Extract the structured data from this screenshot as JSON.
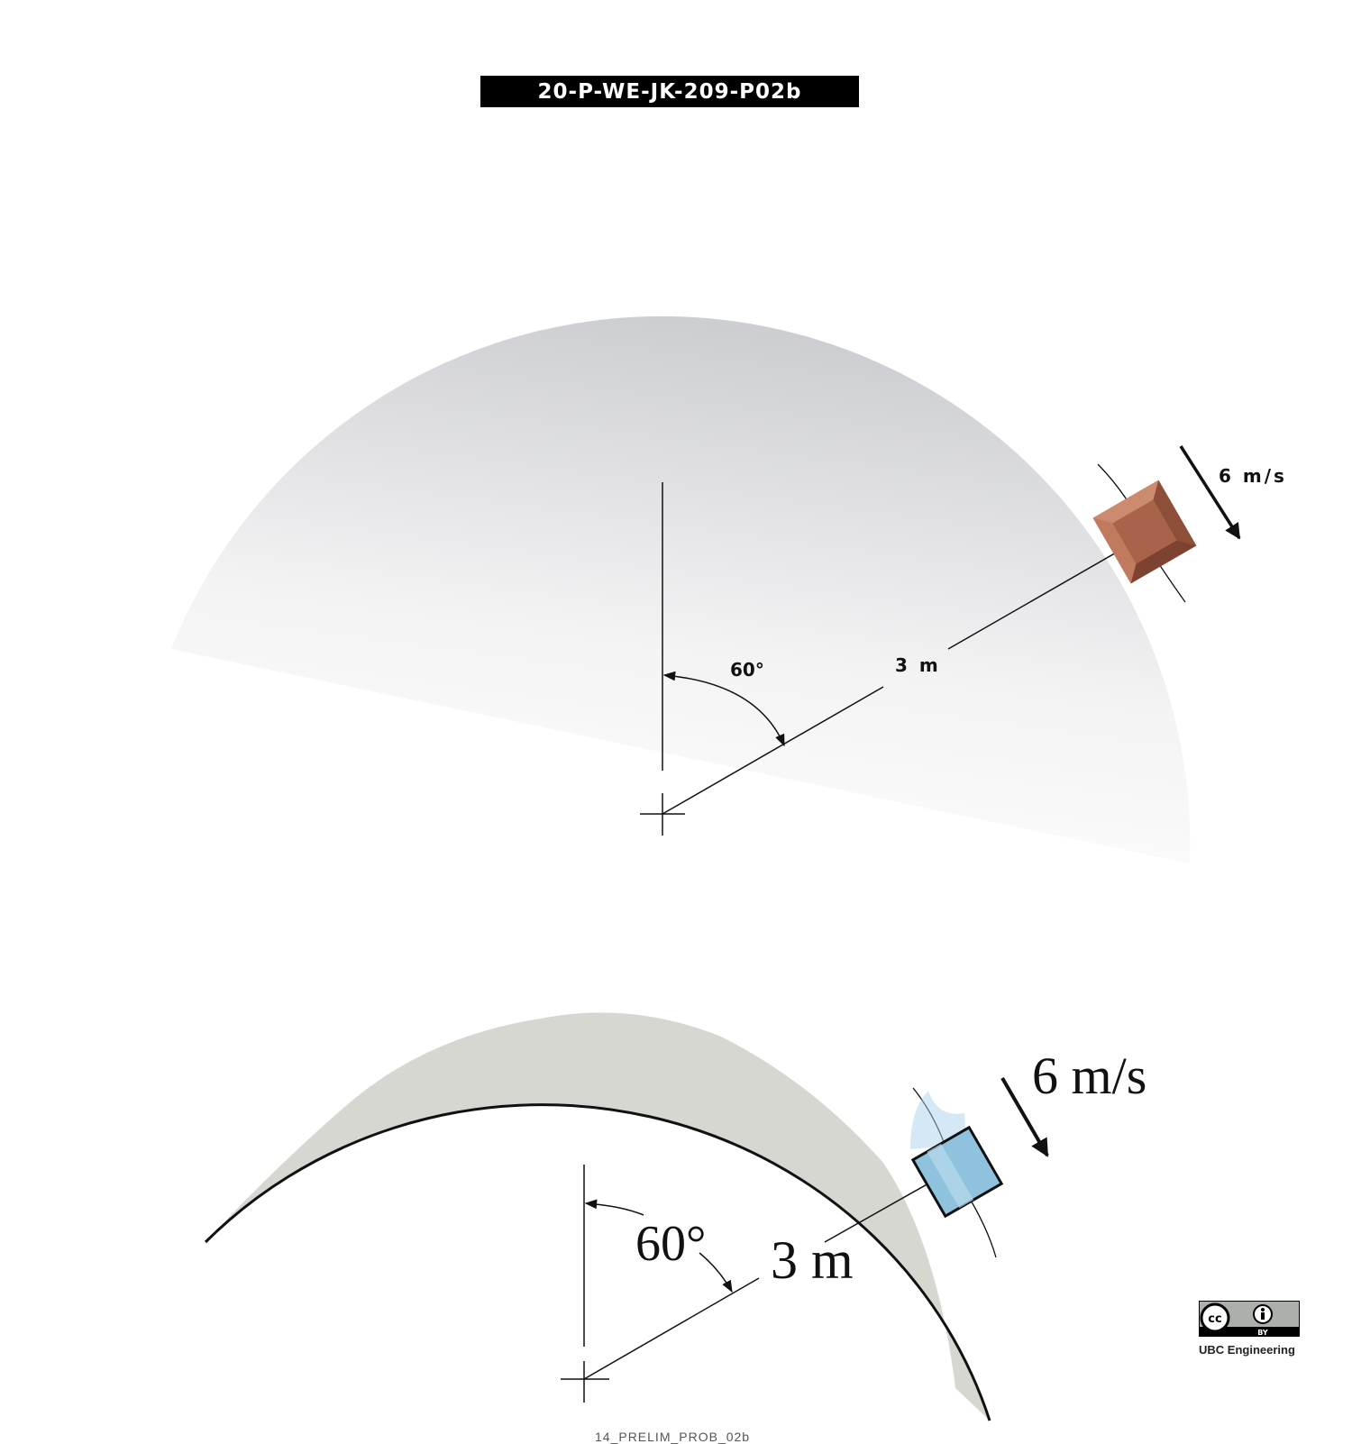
{
  "problem_id": "20-P-WE-JK-209-P02b",
  "top_figure": {
    "angle_label": "60°",
    "radius_label": "3 m",
    "speed_label": "6 m/s",
    "block_color": "#a8634a",
    "surface_color": "#cfd0d3"
  },
  "bottom_figure": {
    "angle_label": "60°",
    "radius_label": "3 m",
    "speed_label": "6 m/s",
    "block_color": "#8fc3dd",
    "surface_color": "#d3d3cc"
  },
  "license": {
    "badge_text": "BY",
    "credit": "UBC Engineering"
  },
  "caption": "14_PRELIM_PROB_02b"
}
